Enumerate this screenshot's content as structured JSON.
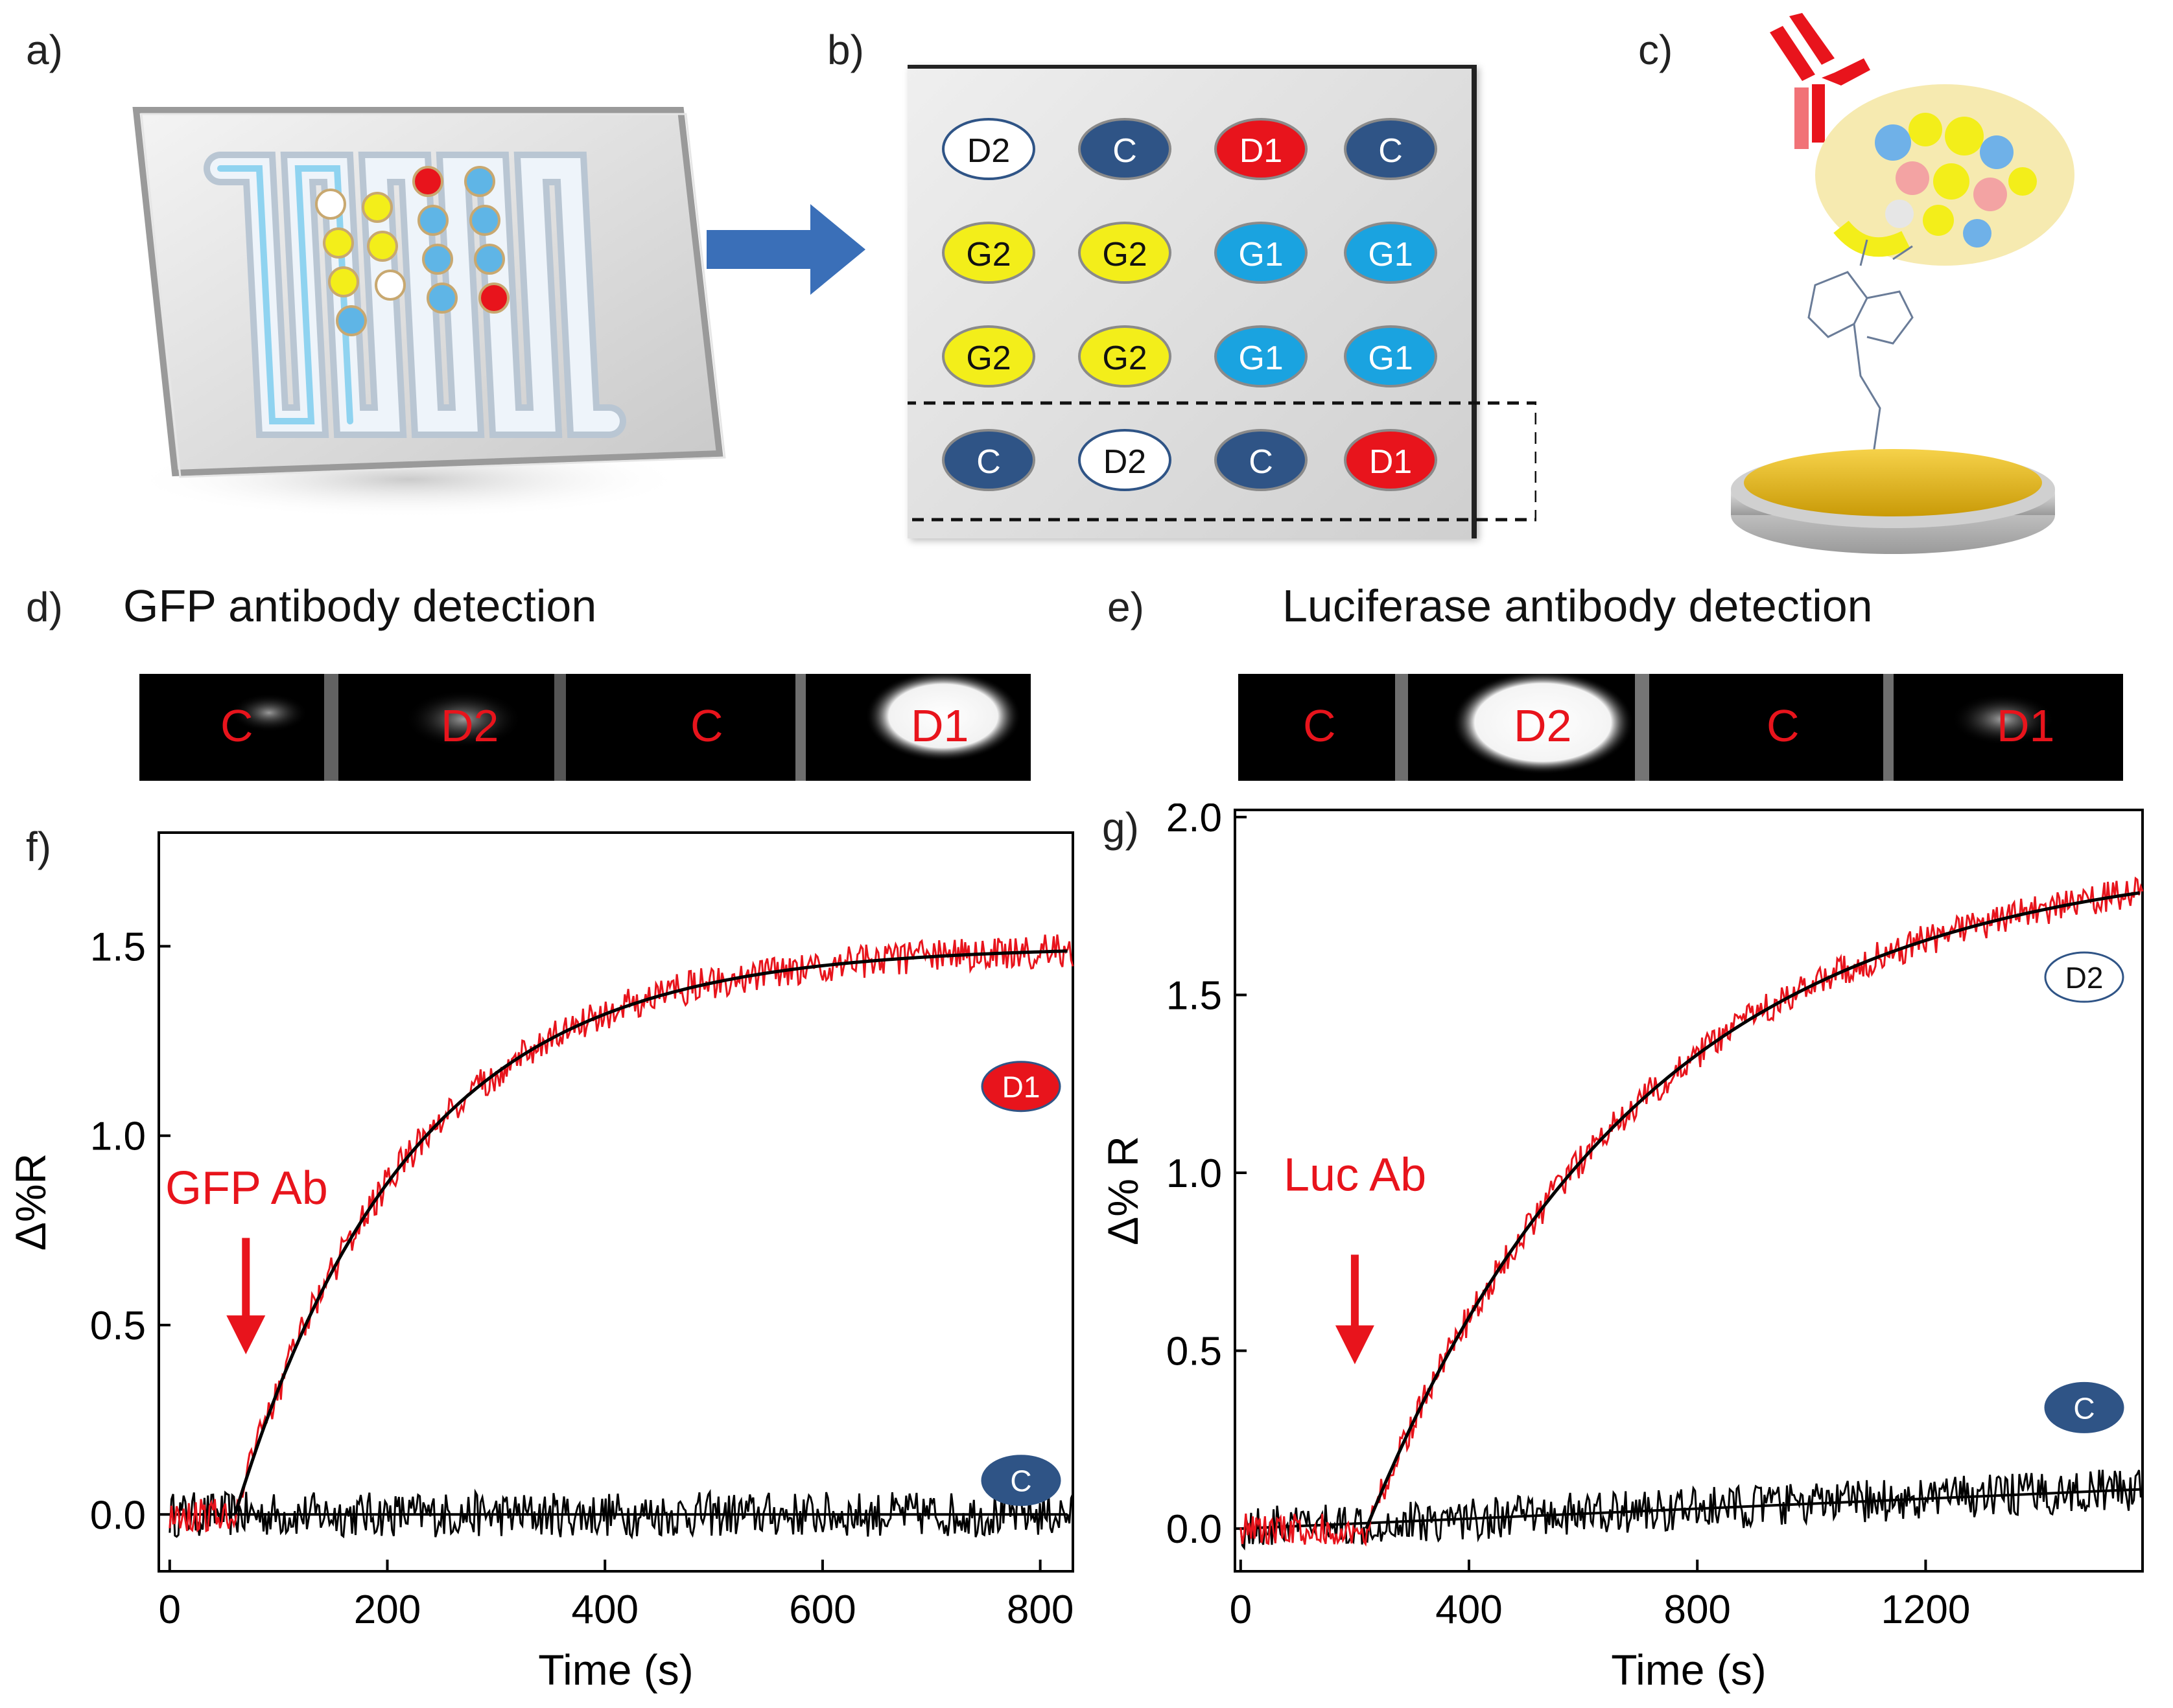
{
  "panel_letters": {
    "a": "a)",
    "b": "b)",
    "c": "c)",
    "d": "d)",
    "e": "e)",
    "f": "f)",
    "g": "g)"
  },
  "panel_titles": {
    "d": "GFP antibody detection",
    "e": "Luciferase antibody detection"
  },
  "array_grid": {
    "rows": [
      [
        {
          "label": "D2",
          "color": "#ffffff"
        },
        {
          "label": "C",
          "color": "#2f5486"
        },
        {
          "label": "D1",
          "color": "#e8141c"
        },
        {
          "label": "C",
          "color": "#2f5486"
        }
      ],
      [
        {
          "label": "G2",
          "color": "#f3ee1a"
        },
        {
          "label": "G2",
          "color": "#f3ee1a"
        },
        {
          "label": "G1",
          "color": "#1aa3e0"
        },
        {
          "label": "G1",
          "color": "#1aa3e0"
        }
      ],
      [
        {
          "label": "G2",
          "color": "#f3ee1a"
        },
        {
          "label": "G2",
          "color": "#f3ee1a"
        },
        {
          "label": "G1",
          "color": "#1aa3e0"
        },
        {
          "label": "G1",
          "color": "#1aa3e0"
        }
      ],
      [
        {
          "label": "C",
          "color": "#2f5486"
        },
        {
          "label": "D2",
          "color": "#ffffff"
        },
        {
          "label": "C",
          "color": "#2f5486"
        },
        {
          "label": "D1",
          "color": "#e8141c"
        }
      ]
    ]
  },
  "strips": {
    "d": [
      "C",
      "D2",
      "C",
      "D1"
    ],
    "e": [
      "C",
      "D2",
      "C",
      "D1"
    ]
  },
  "colors": {
    "accent_red": "#e8141c",
    "dark_blue": "#2f5486",
    "arrow_blue": "#3a6fb8",
    "gold": "#e3b90e"
  },
  "chart_data": [
    {
      "type": "line",
      "panel": "f",
      "xlabel": "Time (s)",
      "ylabel": "Δ%R",
      "xlim": [
        -10,
        830
      ],
      "ylim": [
        -0.15,
        1.8
      ],
      "xticks": [
        0,
        200,
        400,
        600,
        800
      ],
      "yticks": [
        0.0,
        0.5,
        1.0,
        1.5
      ],
      "tick_labels_x": [
        "0",
        "200",
        "400",
        "600",
        "800"
      ],
      "tick_labels_y": [
        "0.0",
        "0.5",
        "1.0",
        "1.5"
      ],
      "annotation": "GFP Ab",
      "injection_time": 70,
      "series": [
        {
          "legend": "D1",
          "color": "#e8141c",
          "fit": {
            "t0": 60,
            "amplitude": 1.5,
            "tau": 160
          }
        },
        {
          "legend": "C",
          "color": "#000000",
          "baseline": 0.0
        }
      ],
      "legend_badges": [
        "D1",
        "C"
      ]
    },
    {
      "type": "line",
      "panel": "g",
      "xlabel": "Time (s)",
      "ylabel": "Δ% R",
      "xlim": [
        -10,
        1580
      ],
      "ylim": [
        -0.12,
        2.02
      ],
      "xticks": [
        0,
        400,
        800,
        1200
      ],
      "yticks": [
        0.0,
        0.5,
        1.0,
        1.5,
        2.0
      ],
      "tick_labels_x": [
        "0",
        "400",
        "800",
        "1200"
      ],
      "tick_labels_y": [
        "0.0",
        "0.5",
        "1.0",
        "1.5",
        "2.0"
      ],
      "annotation": "Luc Ab",
      "injection_time": 200,
      "series": [
        {
          "legend": "D2",
          "color": "#e8141c",
          "fit": {
            "t0": 220,
            "amplitude": 1.9,
            "tau": 480
          }
        },
        {
          "legend": "C",
          "color": "#000000",
          "baseline_slope": 7e-05
        }
      ],
      "legend_badges": [
        "D2",
        "C"
      ]
    }
  ]
}
